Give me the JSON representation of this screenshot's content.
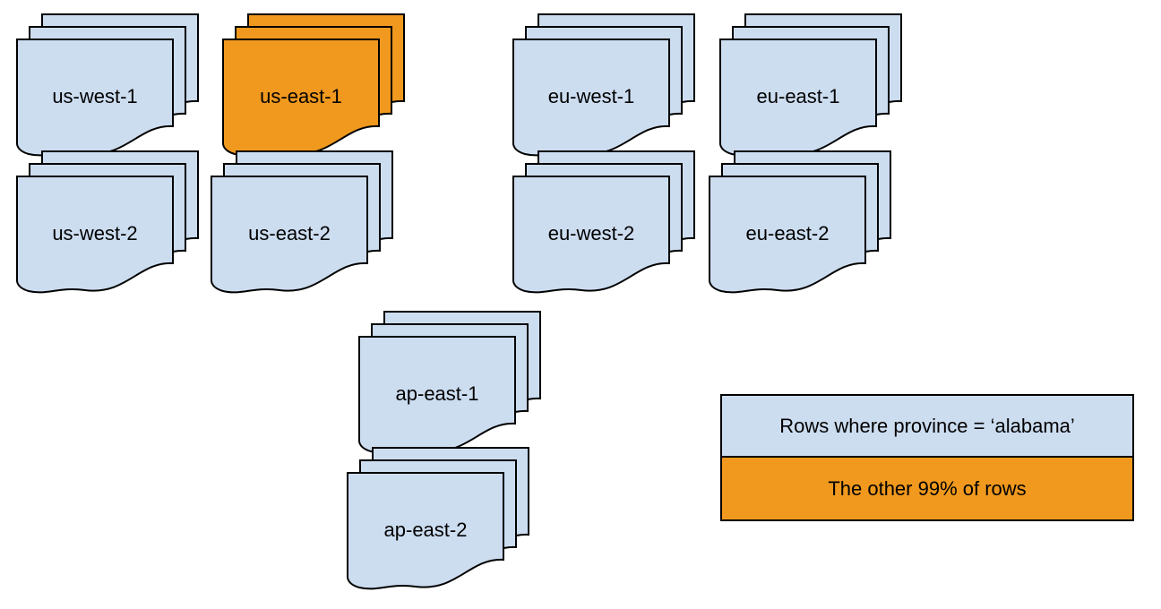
{
  "diagram": {
    "title_hint": "Sharded document stacks by cloud region",
    "stacks": [
      {
        "id": "us-west-1",
        "label": "us-west-1",
        "color": "blue"
      },
      {
        "id": "us-east-1",
        "label": "us-east-1",
        "color": "orange"
      },
      {
        "id": "eu-west-1",
        "label": "eu-west-1",
        "color": "blue"
      },
      {
        "id": "eu-east-1",
        "label": "eu-east-1",
        "color": "blue"
      },
      {
        "id": "us-west-2",
        "label": "us-west-2",
        "color": "blue"
      },
      {
        "id": "us-east-2",
        "label": "us-east-2",
        "color": "blue"
      },
      {
        "id": "eu-west-2",
        "label": "eu-west-2",
        "color": "blue"
      },
      {
        "id": "eu-east-2",
        "label": "eu-east-2",
        "color": "blue"
      },
      {
        "id": "ap-east-1",
        "label": "ap-east-1",
        "color": "blue"
      },
      {
        "id": "ap-east-2",
        "label": "ap-east-2",
        "color": "blue"
      }
    ],
    "legend": {
      "items": [
        {
          "label": "Rows where province = ‘alabama’",
          "color": "blue"
        },
        {
          "label": "The other 99% of rows",
          "color": "orange"
        }
      ]
    },
    "colors": {
      "blue": "#CDDDF0",
      "orange": "#F0991E",
      "stroke": "#000000",
      "background": "#FFFFFF"
    }
  }
}
